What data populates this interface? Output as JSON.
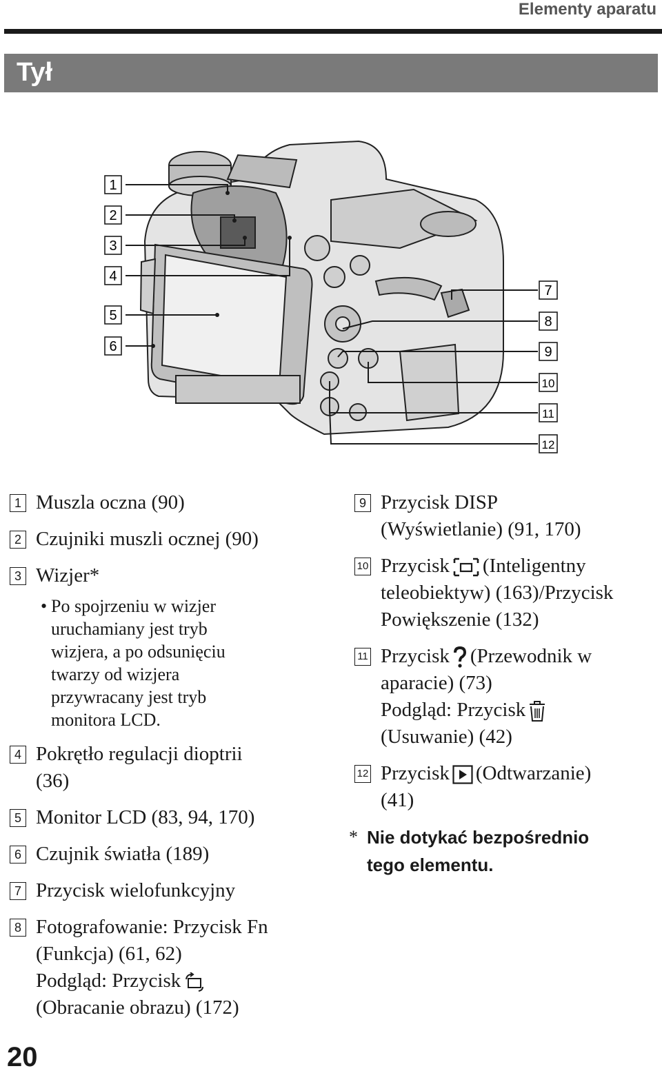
{
  "header": {
    "section": "Elementy aparatu"
  },
  "title": "Tył",
  "diagram": {
    "callouts_left": [
      "1",
      "2",
      "3",
      "4",
      "5",
      "6"
    ],
    "callouts_right": [
      "7",
      "8",
      "9",
      "10",
      "11",
      "12"
    ]
  },
  "items_left": [
    {
      "num": "1",
      "lines": [
        "Muszla oczna (90)"
      ]
    },
    {
      "num": "2",
      "lines": [
        "Czujniki muszli ocznej (90)"
      ]
    },
    {
      "num": "3",
      "lines": [
        "Wizjer*"
      ]
    }
  ],
  "bullet": "Po spojrzeniu w wizjer uruchamiany jest tryb wizjera, a po odsunięciu twarzy od wizjera przywracany jest tryb monitora LCD.",
  "bullet_lines": [
    "Po spojrzeniu w wizjer",
    "uruchamiany jest tryb",
    "wizjera, a po odsunięciu",
    "twarzy od wizjera",
    "przywracany jest tryb",
    "monitora LCD."
  ],
  "items_left2": [
    {
      "num": "4",
      "lines": [
        "Pokrętło regulacji dioptrii",
        "(36)"
      ]
    },
    {
      "num": "5",
      "lines": [
        "Monitor LCD (83, 94, 170)"
      ]
    },
    {
      "num": "6",
      "lines": [
        "Czujnik światła (189)"
      ]
    },
    {
      "num": "7",
      "lines": [
        "Przycisk wielofunkcyjny"
      ]
    }
  ],
  "item8": {
    "num": "8",
    "line1": "Fotografowanie: Przycisk Fn",
    "line2": "(Funkcja) (61, 62)",
    "line3_pre": "Podgląd: Przycisk",
    "line4": "(Obracanie obrazu) (172)",
    "icon": "rotate-image-icon"
  },
  "item9": {
    "num": "9",
    "lines": [
      "Przycisk DISP",
      "(Wyświetlanie) (91, 170)"
    ]
  },
  "item10": {
    "num": "10",
    "line1_pre": "Przycisk",
    "line1_post": "(Inteligentny",
    "line2": "teleobiektyw) (163)/Przycisk",
    "line3": "Powiększenie (132)",
    "icon": "smart-zoom-icon"
  },
  "item11": {
    "num": "11",
    "line1_pre": "Przycisk",
    "line1_post": "(Przewodnik w",
    "line2": "aparacie) (73)",
    "line3_pre": "Podgląd: Przycisk",
    "line4": "(Usuwanie) (42)",
    "icon1": "question-mark-icon",
    "icon2": "trash-icon"
  },
  "item12": {
    "num": "12",
    "line1_pre": "Przycisk",
    "line1_post": "(Odtwarzanie)",
    "line2": "(41)",
    "icon": "playback-icon"
  },
  "note": {
    "star": "*",
    "text1": "Nie dotykać bezpośrednio",
    "text2": "tego elementu."
  },
  "page_number": "20"
}
